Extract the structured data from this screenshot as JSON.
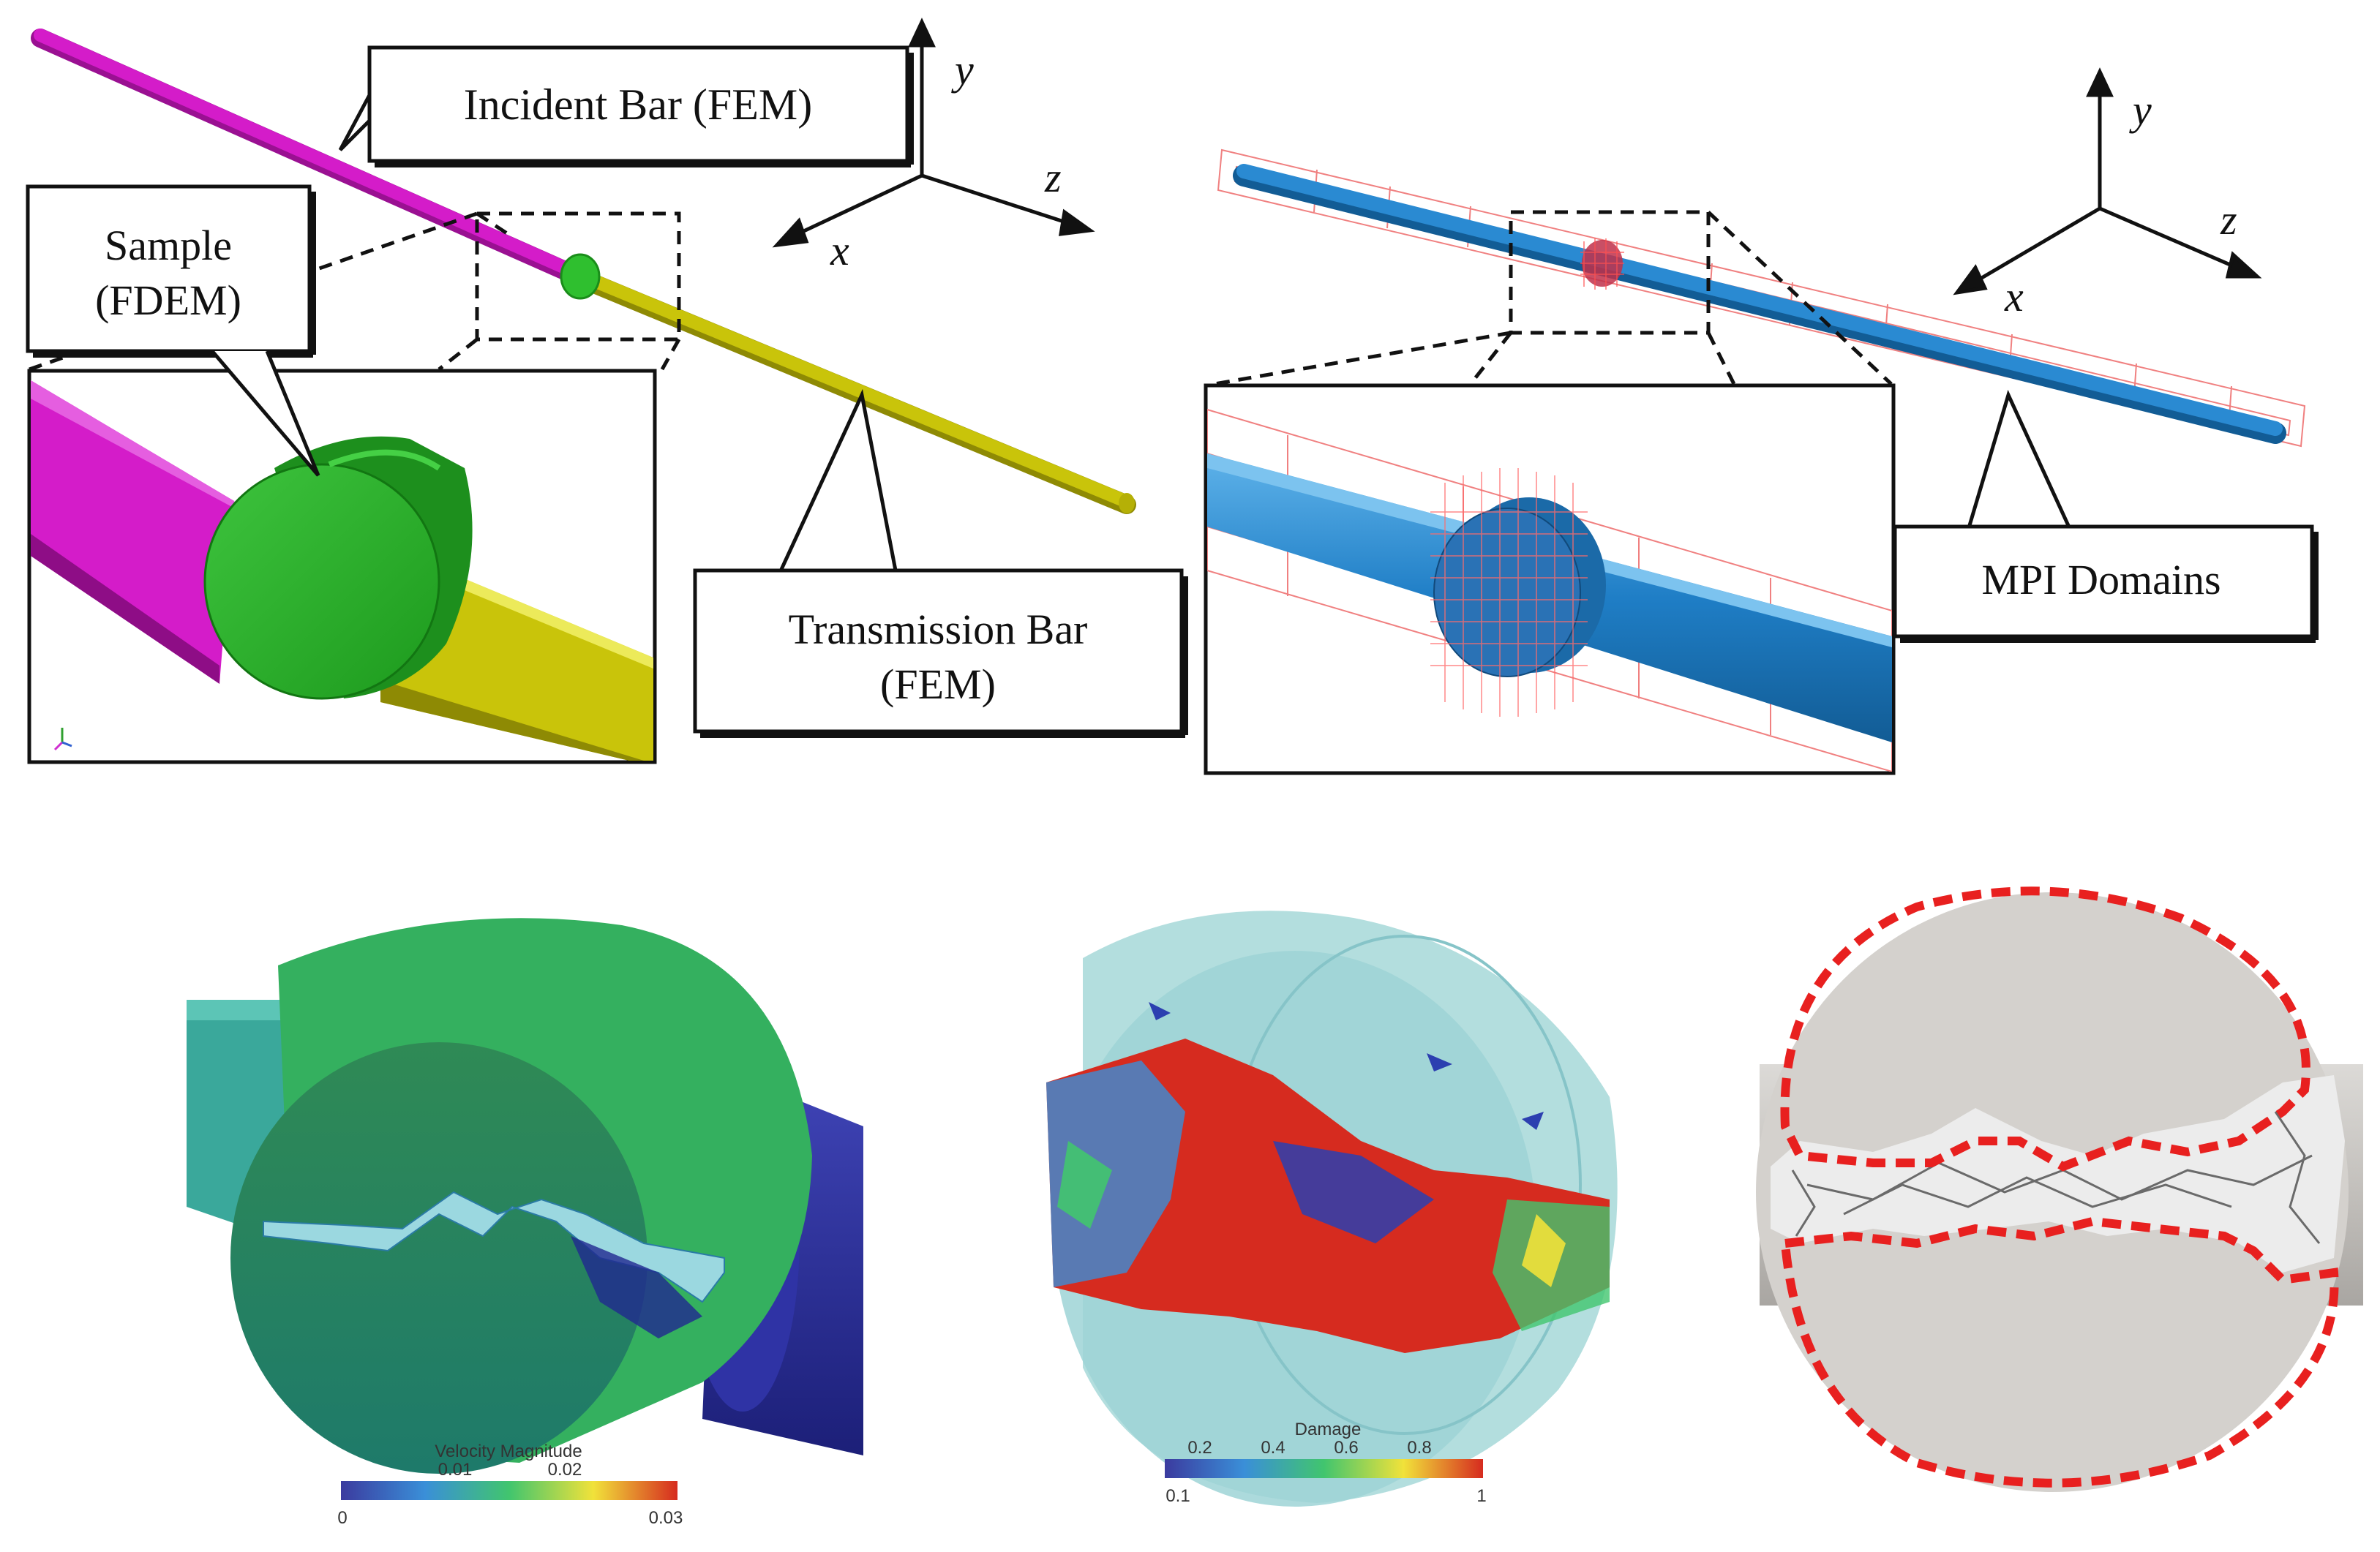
{
  "panels": {
    "setup_left": {
      "incident_label": "Incident Bar (FEM)",
      "sample_label_line1": "Sample",
      "sample_label_line2": "(FDEM)",
      "transmission_label_line1": "Transmission Bar",
      "transmission_label_line2": "(FEM)",
      "axes": {
        "x": "x",
        "y": "y",
        "z": "z"
      },
      "colors": {
        "incident_bar": "#d41cc9",
        "sample": "#27b327",
        "transmission_bar": "#c9c40a"
      }
    },
    "setup_right": {
      "mpi_label": "MPI Domains",
      "axes": {
        "x": "x",
        "y": "y",
        "z": "z"
      },
      "colors": {
        "bar": "#1f7ec6",
        "domain_lines": "#f08080"
      }
    },
    "velocity_panel": {
      "colorbar_title": "Velocity Magnitude",
      "tick_labels_top": [
        "0.01",
        "0.02"
      ],
      "tick_labels_bottom": [
        "0",
        "0.03"
      ]
    },
    "damage_panel": {
      "colorbar_title": "Damage",
      "tick_labels_top": [
        "0.2",
        "0.4",
        "0.6",
        "0.8"
      ],
      "tick_labels_bottom": [
        "0.1",
        "1"
      ]
    },
    "fracture_panel": {
      "outline_color": "#e8201f",
      "sample_color": "#d4d1cd"
    }
  }
}
